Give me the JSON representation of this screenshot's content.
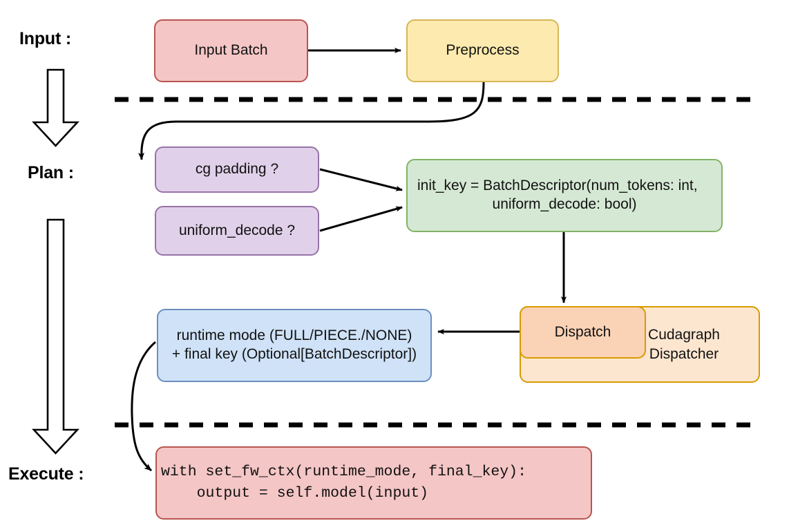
{
  "diagram": {
    "title_stages": [
      {
        "key": "input",
        "label": "Input :"
      },
      {
        "key": "plan",
        "label": "Plan :"
      },
      {
        "key": "execute",
        "label": "Execute :"
      }
    ],
    "nodes": {
      "input_batch": {
        "label": "Input Batch",
        "fill": "#f5c6c6",
        "stroke": "#b85450"
      },
      "preprocess": {
        "label": "Preprocess",
        "fill": "#fdeaae",
        "stroke": "#d6b656"
      },
      "cg_padding": {
        "label": "cg padding ?",
        "fill": "#e1d0ea",
        "stroke": "#9673a6"
      },
      "uniform_decode": {
        "label": "uniform_decode ?",
        "fill": "#e1d0ea",
        "stroke": "#9673a6"
      },
      "init_key": {
        "line1": "init_key = BatchDescriptor(num_tokens: int,",
        "line2": "uniform_decode: bool)",
        "fill": "#d5e8d4",
        "stroke": "#82b366"
      },
      "dispatch": {
        "label": "Dispatch",
        "fill": "#fad2b5",
        "stroke": "#d79b00"
      },
      "cudagraph_dispatcher": {
        "line1": "Cudagraph",
        "line2": "Dispatcher",
        "fill": "#fde6d0",
        "stroke": "#d79b00"
      },
      "runtime_mode": {
        "line1": "runtime mode (FULL/PIECE./NONE)",
        "line2": "+ final key (Optional[BatchDescriptor])",
        "fill": "#cfe2f7",
        "stroke": "#6c8ebf"
      },
      "execute_code": {
        "line1": "with set_fw_ctx(runtime_mode, final_key):",
        "line2": "    output = self.model(input)",
        "fill": "#f5c6c6",
        "stroke": "#b85450"
      }
    },
    "separators": {
      "divider_color": "#000000",
      "divider_top_label": "input-plan-divider",
      "divider_bottom_label": "plan-execute-divider"
    },
    "flow_arrow_color": "#000000",
    "stage_arrow_fill": "#ffffff",
    "stage_arrow_stroke": "#000000"
  }
}
